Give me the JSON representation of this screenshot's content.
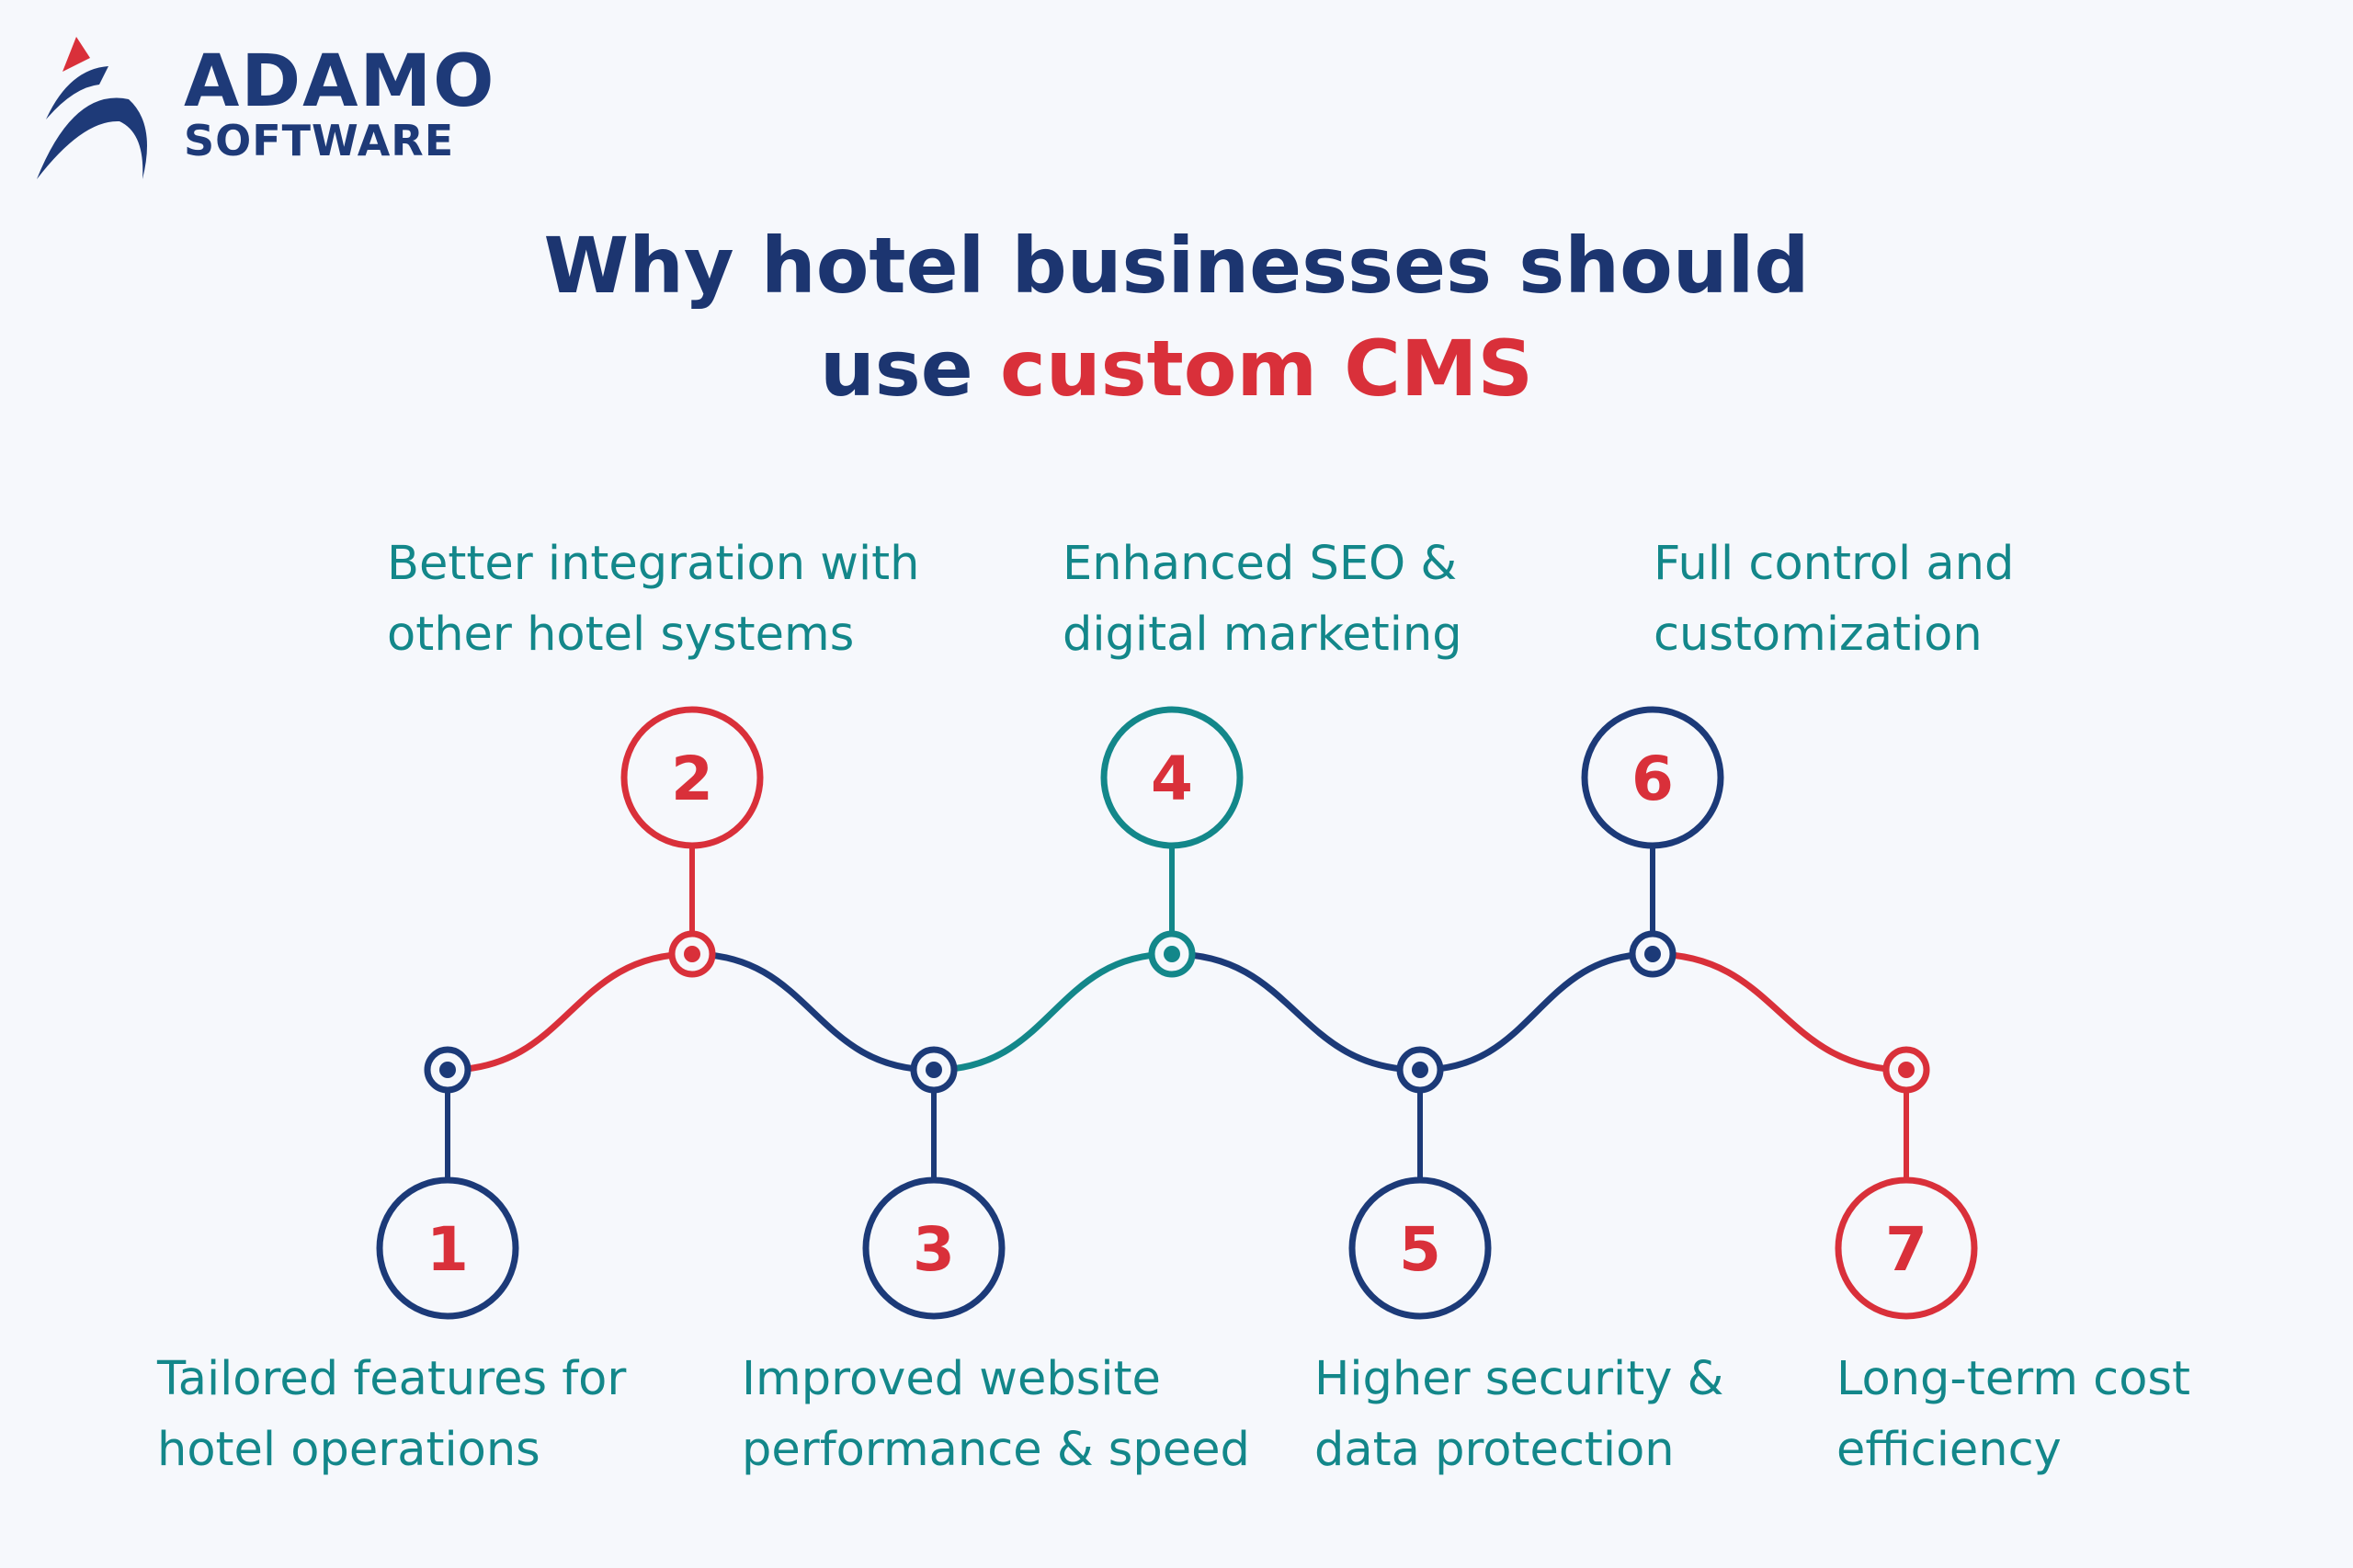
{
  "logo": {
    "line1": "ADAMO",
    "line2": "SOFTWARE"
  },
  "title": {
    "line1": "Why hotel businesses should",
    "line2_prefix": "use",
    "line2_accent": "custom CMS"
  },
  "colors": {
    "navy": "#1c3a78",
    "red": "#d9303a",
    "teal": "#13878a",
    "background": "#f6f8fc"
  },
  "steps": [
    {
      "number": "1",
      "line1": "Tailored features for",
      "line2": "hotel operations"
    },
    {
      "number": "2",
      "line1": "Better integration with",
      "line2": "other hotel systems"
    },
    {
      "number": "3",
      "line1": "Improved website",
      "line2": "performance & speed"
    },
    {
      "number": "4",
      "line1": "Enhanced SEO &",
      "line2": "digital marketing"
    },
    {
      "number": "5",
      "line1": "Higher security &",
      "line2": "data protection"
    },
    {
      "number": "6",
      "line1": "Full control and",
      "line2": "customization"
    },
    {
      "number": "7",
      "line1": "Long-term cost",
      "line2": "efficiency"
    }
  ]
}
